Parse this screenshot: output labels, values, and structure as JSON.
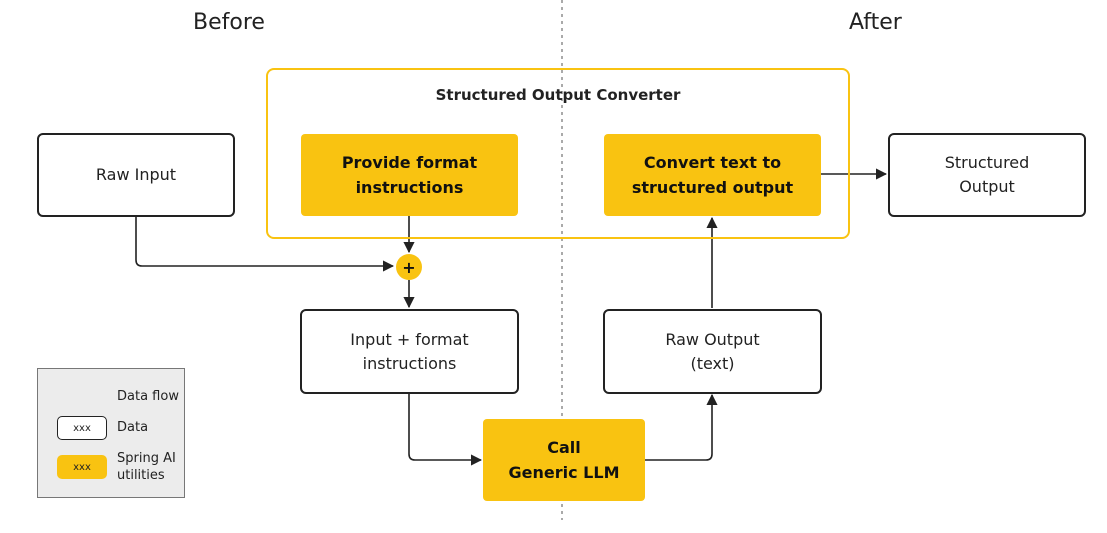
{
  "headings": {
    "before": "Before",
    "after": "After"
  },
  "container": {
    "title": "Structured Output Converter"
  },
  "nodes": {
    "raw_input": "Raw Input",
    "provide_format": "Provide format\ninstructions",
    "convert_text": "Convert text to\nstructured  output",
    "structured_output": "Structured\nOutput",
    "plus": "+",
    "input_format": "Input + format\ninstructions",
    "raw_output": "Raw Output\n(text)",
    "call_llm": "Call\nGeneric LLM"
  },
  "legend": {
    "data_flow": "Data flow",
    "data_chip": "xxx",
    "data": "Data",
    "utilities_chip": "xxx",
    "utilities": "Spring AI\nutilities"
  },
  "colors": {
    "accent": "#F9C311",
    "stroke": "#222222",
    "legend_bg": "#ECECEC"
  }
}
